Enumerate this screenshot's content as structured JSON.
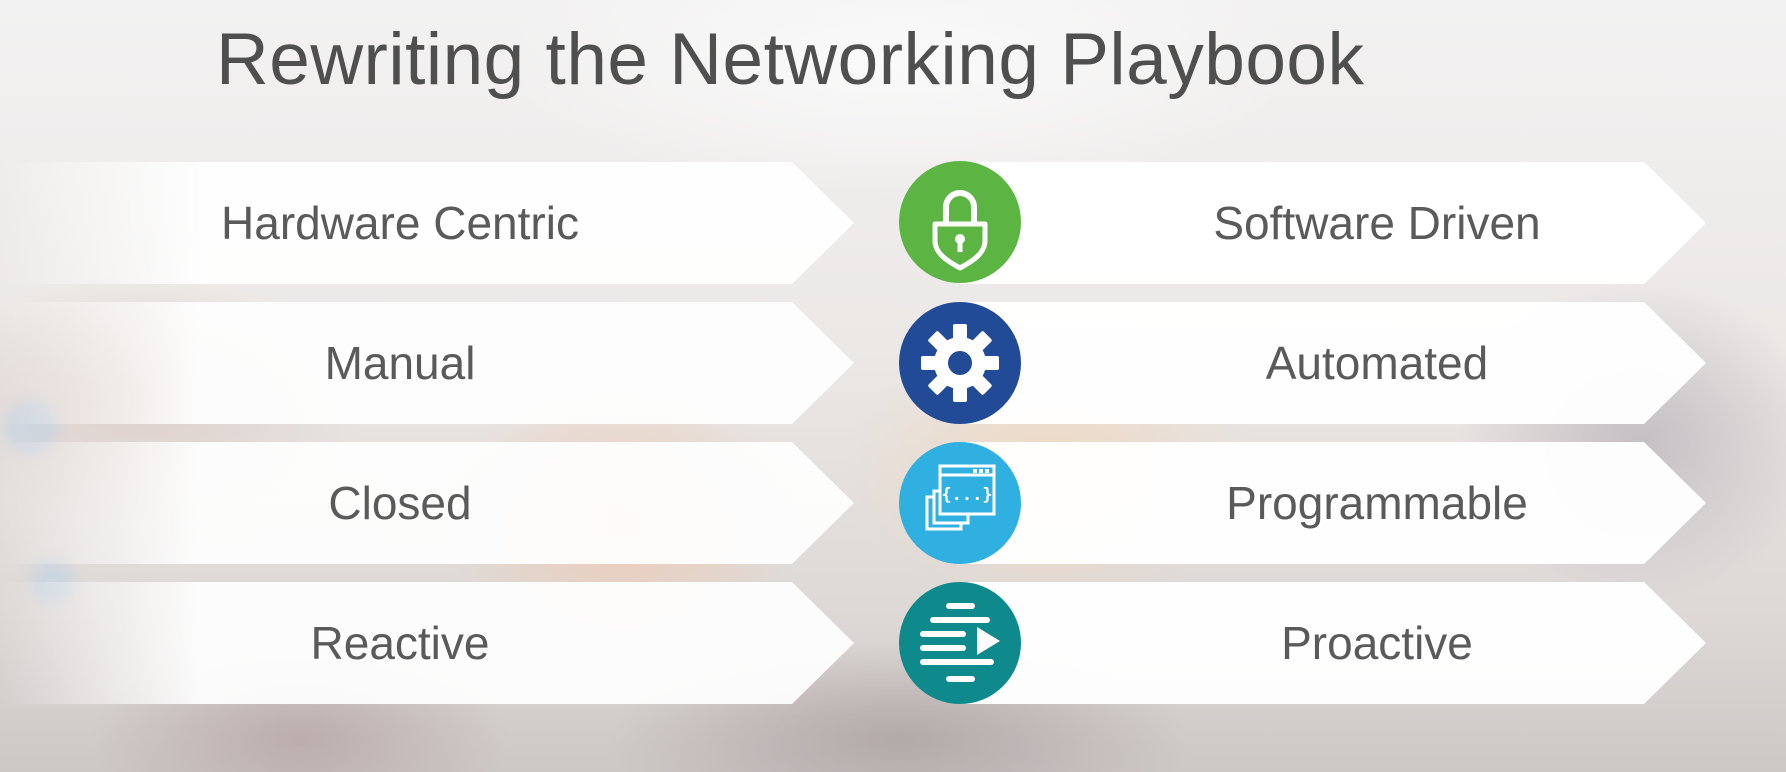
{
  "slide": {
    "title": "Rewriting the Networking Playbook"
  },
  "rows": [
    {
      "from": "Hardware Centric",
      "to": "Software Driven",
      "icon": "lock-icon",
      "color": "#5cb543"
    },
    {
      "from": "Manual",
      "to": "Automated",
      "icon": "gear-icon",
      "color": "#214a97"
    },
    {
      "from": "Closed",
      "to": "Programmable",
      "icon": "code-window-icon",
      "color": "#30b0e0"
    },
    {
      "from": "Reactive",
      "to": "Proactive",
      "icon": "lines-arrow-icon",
      "color": "#0f8a8c"
    }
  ]
}
